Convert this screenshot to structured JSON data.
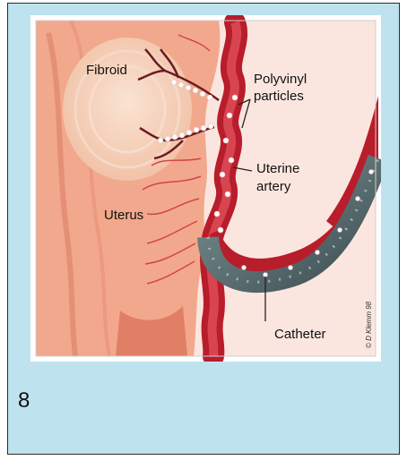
{
  "figure": {
    "labels": {
      "fibroid": "Fibroid",
      "polyvinyl_line1": "Polyvinyl",
      "polyvinyl_line2": "particles",
      "uterine_line1": "Uterine",
      "uterine_line2": "artery",
      "uterus": "Uterus",
      "catheter": "Catheter",
      "credit": "© D Klemm 98"
    },
    "colors": {
      "uterus_tissue": "#f2a88c",
      "fibroid": "#f7d2bd",
      "artery": "#b81d2b",
      "catheter": "#4f6466",
      "particles": "#ffffff"
    }
  },
  "page": {
    "number": "8",
    "background": "#bfe3ee"
  }
}
